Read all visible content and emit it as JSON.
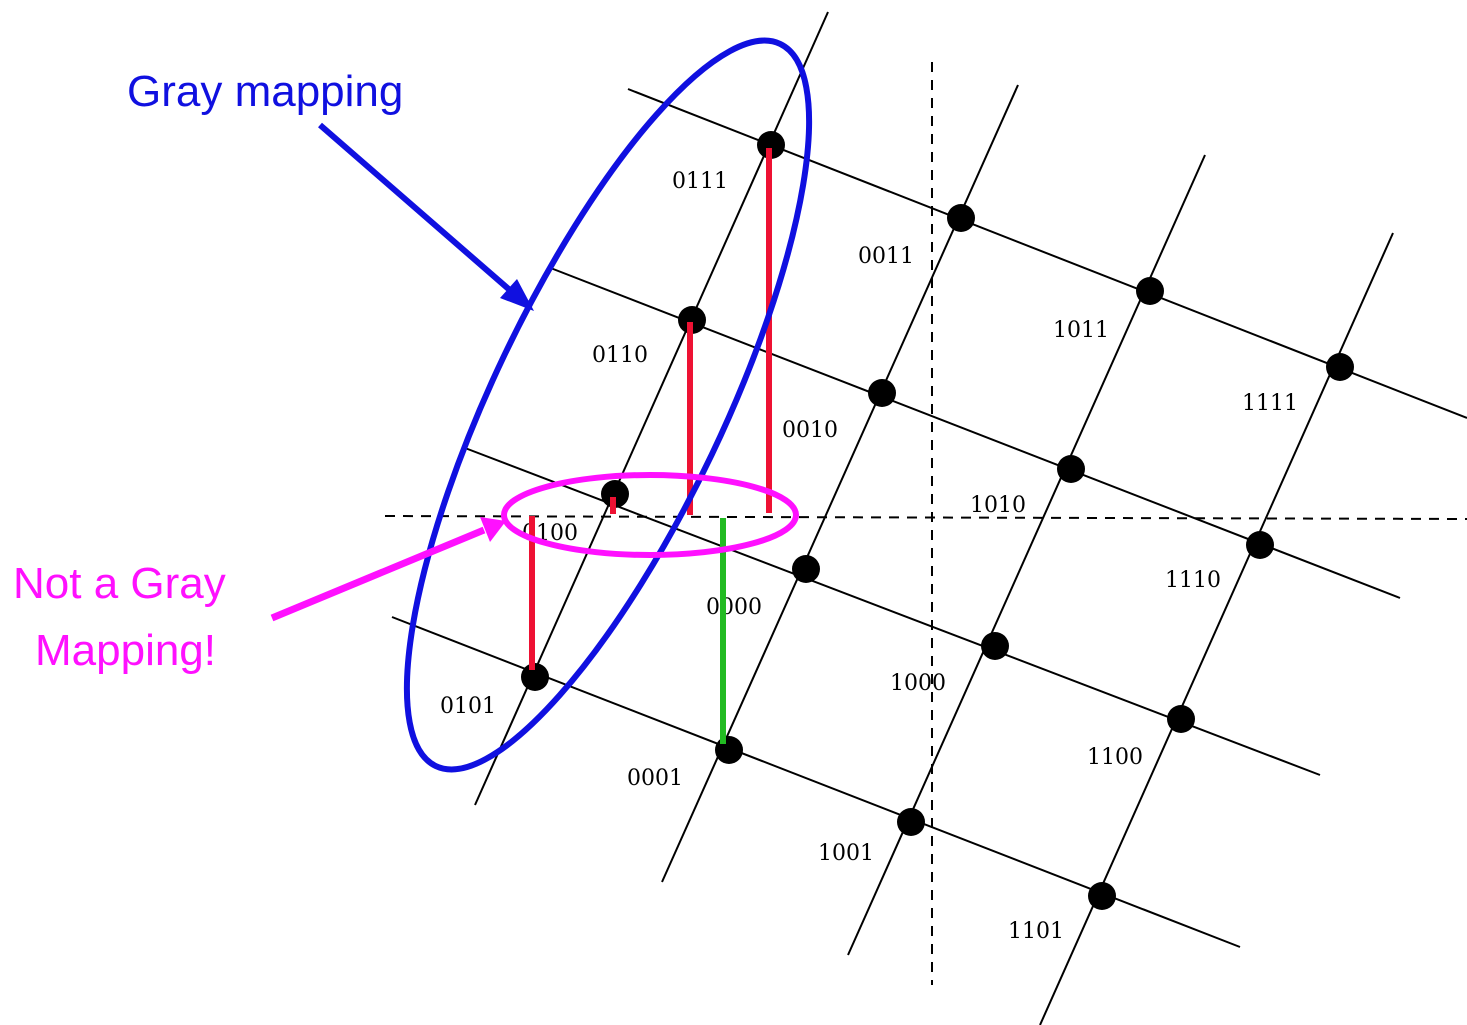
{
  "annotations": {
    "gray_mapping": {
      "text": "Gray mapping",
      "color": "#1010e0"
    },
    "not_gray": {
      "line1": "Not a Gray",
      "line2": "Mapping!",
      "color": "#ff10ff"
    }
  },
  "colors": {
    "red": "#ee1133",
    "green": "#22bb22",
    "grid": "#000000"
  },
  "points": [
    {
      "label": "0111"
    },
    {
      "label": "0011"
    },
    {
      "label": "1011"
    },
    {
      "label": "1111"
    },
    {
      "label": "0110"
    },
    {
      "label": "0010"
    },
    {
      "label": "1010"
    },
    {
      "label": "1110"
    },
    {
      "label": "0100"
    },
    {
      "label": "0000"
    },
    {
      "label": "1000"
    },
    {
      "label": "1100"
    },
    {
      "label": "0101"
    },
    {
      "label": "0001"
    },
    {
      "label": "1001"
    },
    {
      "label": "1101"
    }
  ]
}
